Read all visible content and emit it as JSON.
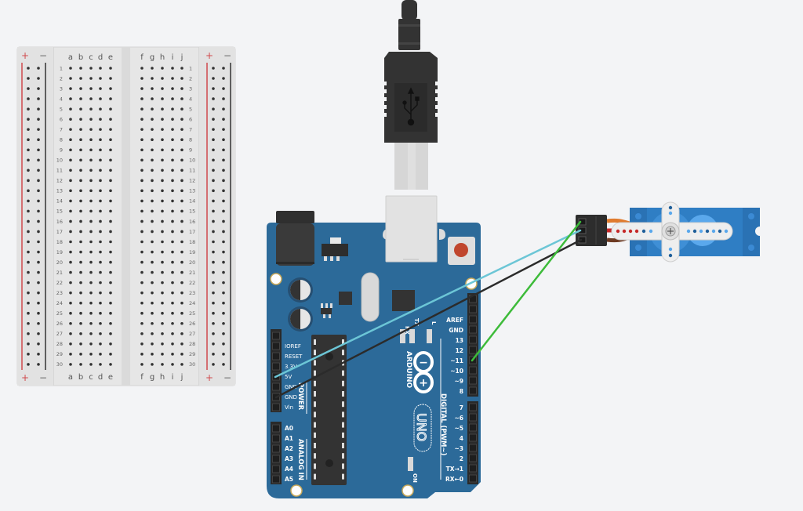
{
  "canvas": {
    "background": "#f3f4f6"
  },
  "breadboard": {
    "columns_left": [
      "a",
      "b",
      "c",
      "d",
      "e"
    ],
    "columns_right": [
      "f",
      "g",
      "h",
      "i",
      "j"
    ],
    "row_count": 30,
    "rail_plus": "+",
    "rail_minus": "−",
    "colors": {
      "body": "#e4e4e4",
      "rail_red": "#d0494c",
      "rail_black": "#333333",
      "hole": "#333333"
    }
  },
  "usb_cable": {
    "icon": "usb-icon",
    "colors": {
      "plug": "#333333",
      "metal": "#d9d9d9"
    }
  },
  "arduino": {
    "board_color": "#2c6a99",
    "brand": "ARDUINO",
    "model": "UNO",
    "logo_minus": "−",
    "logo_plus": "+",
    "power_header_title": "POWER",
    "analog_header_title": "ANALOG IN",
    "digital_header_title": "DIGITAL (PWM~)",
    "power_pins": [
      "IOREF",
      "RESET",
      "3.3V",
      "5V",
      "GND",
      "GND",
      "Vin"
    ],
    "analog_pins": [
      "A0",
      "A1",
      "A2",
      "A3",
      "A4",
      "A5"
    ],
    "digital_top_pins": [
      "AREF",
      "GND",
      "13",
      "12",
      "~11",
      "~10",
      "~9",
      "8"
    ],
    "digital_bottom_pins": [
      "7",
      "~6",
      "~5",
      "4",
      "~3",
      "2",
      "TX→1",
      "RX←0"
    ],
    "led_labels": {
      "rx": "RX",
      "tx": "TX",
      "l": "L",
      "on": "ON"
    },
    "reset_button_color": "#c0462d"
  },
  "servo": {
    "body_color": "#2f7ec4",
    "wire_colors": [
      "#e07b2e",
      "#c62828",
      "#6d3a22"
    ]
  },
  "wires": [
    {
      "name": "wire-5v-to-servo-power",
      "from": "arduino 5V",
      "to": "servo power",
      "color": "#6cc6d6"
    },
    {
      "name": "wire-gnd-to-servo-ground",
      "from": "arduino GND",
      "to": "servo ground",
      "color": "#2b2b2b"
    },
    {
      "name": "wire-pin11-to-servo-signal",
      "from": "arduino ~11",
      "to": "servo signal",
      "color": "#3dbb3a"
    }
  ]
}
